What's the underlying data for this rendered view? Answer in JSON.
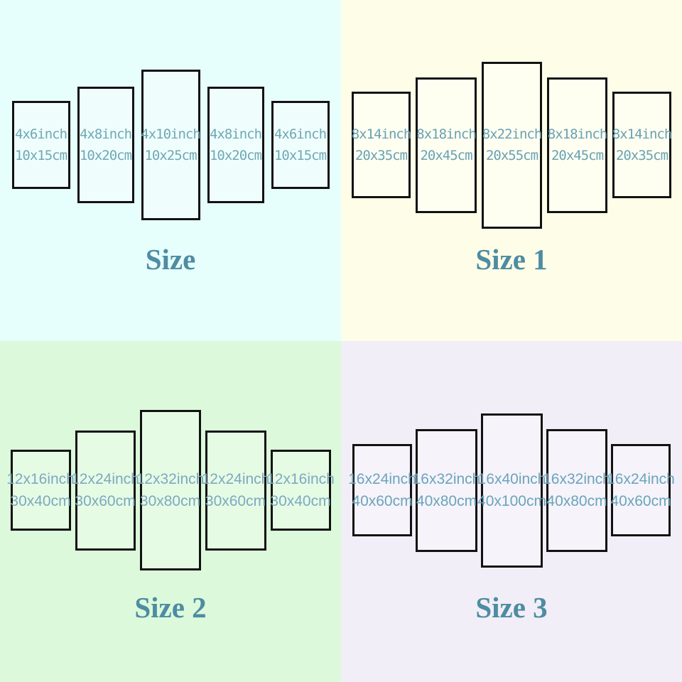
{
  "title_color": "#4e8ca2",
  "quadrants": [
    {
      "title": "Size",
      "bg_color": "#e6fefc",
      "panel_color": "#effefd",
      "label_color": "#6fa8b5",
      "panels": [
        {
          "inch": "4x6inch",
          "cm": "10x15cm"
        },
        {
          "inch": "4x8inch",
          "cm": "10x20cm"
        },
        {
          "inch": "4x10inch",
          "cm": "10x25cm"
        },
        {
          "inch": "4x8inch",
          "cm": "10x20cm"
        },
        {
          "inch": "4x6inch",
          "cm": "10x15cm"
        }
      ]
    },
    {
      "title": "Size 1",
      "bg_color": "#fefee8",
      "panel_color": "#fefef1",
      "label_color": "#68a2b4",
      "panels": [
        {
          "inch": "8x14inch",
          "cm": "20x35cm"
        },
        {
          "inch": "8x18inch",
          "cm": "20x45cm"
        },
        {
          "inch": "8x22inch",
          "cm": "20x55cm"
        },
        {
          "inch": "8x18inch",
          "cm": "20x45cm"
        },
        {
          "inch": "8x14inch",
          "cm": "20x35cm"
        }
      ]
    },
    {
      "title": "Size 2",
      "bg_color": "#dcfadb",
      "panel_color": "#e6fbe4",
      "label_color": "#7da9c0",
      "panels": [
        {
          "inch": "12x16inch",
          "cm": "30x40cm"
        },
        {
          "inch": "12x24inch",
          "cm": "30x60cm"
        },
        {
          "inch": "12x32inch",
          "cm": "30x80cm"
        },
        {
          "inch": "12x24inch",
          "cm": "30x60cm"
        },
        {
          "inch": "12x16inch",
          "cm": "30x40cm"
        }
      ]
    },
    {
      "title": "Size 3",
      "bg_color": "#f2eef7",
      "panel_color": "#f6f3fa",
      "label_color": "#6ba4bc",
      "panels": [
        {
          "inch": "16x24inch",
          "cm": "40x60cm"
        },
        {
          "inch": "16x32inch",
          "cm": "40x80cm"
        },
        {
          "inch": "16x40inch",
          "cm": "40x100cm"
        },
        {
          "inch": "16x32inch",
          "cm": "40x80cm"
        },
        {
          "inch": "16x24inch",
          "cm": "40x60cm"
        }
      ]
    }
  ]
}
